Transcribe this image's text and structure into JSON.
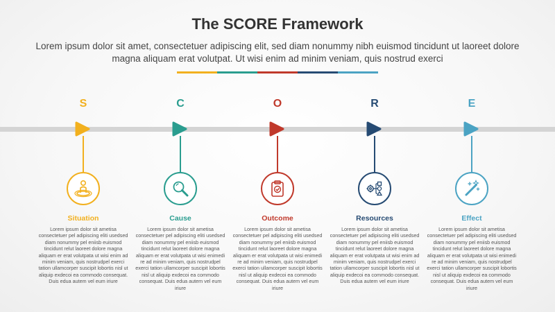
{
  "header": {
    "title": "The SCORE Framework",
    "subtitle": "Lorem ipsum dolor sit amet, consectetuer adipiscing elit, sed diam nonummy nibh euismod tincidunt ut laoreet dolore magna aliquam erat volutpat. Ut wisi enim ad minim veniam, quis nostrud exerci"
  },
  "colors": {
    "situation": "#f2b01e",
    "cause": "#2a9d8f",
    "outcome": "#c0392b",
    "resources": "#264b73",
    "effect": "#4ba3c3",
    "timeline": "#d4d4d4"
  },
  "steps": [
    {
      "letter": "S",
      "label": "Situation",
      "icon": "person-on-platform-icon",
      "color": "#f2b01e",
      "desc": "Lorem ipsum dolor sit ametisa consectetuer pel adipiscing eliti usedsed diam nonummy pel eniisb euismod tincidunt relut laoreet dolore magna aliquam er erat volutpata ut wisi enim ad minim veniam, quis nostrudpel exerci tation ullamcorper suscipit lobortis nisl ut aliquip exdecoi ea commodo consequat. Duis edua autem vel eum iriure"
    },
    {
      "letter": "C",
      "label": "Cause",
      "icon": "magnifier-icon",
      "color": "#2a9d8f",
      "desc": "Lorem ipsum dolor sit ametisa consectetuer pel adipiscing eliti usedsed diam nonummy pel eniisb euismod tincidunt relut laoreet dolore magna aliquam er erat volutpata ut wisi enimedi re ad minim veniam, quis nostrudpel exerci tation ullamcorper suscipit lobortis nisl ut aliquip exdecoi ea commodo consequat. Duis edua autem vel eum iriure"
    },
    {
      "letter": "O",
      "label": "Outcome",
      "icon": "clipboard-check-icon",
      "color": "#c0392b",
      "desc": "Lorem ipsum dolor sit ametisa consectetuer pel adipiscing eliti usedsed diam nonummy pel eniisb euismod tincidunt relut laoreet dolore magna aliquam er erat volutpata ut wisi enimedi re ad minim veniam, quis nostrudpel exerci tation ullamcorper suscipit lobortis nisl ut aliquip exdecoi ea commodo consequat. Duis edua autem vel eum iriure"
    },
    {
      "letter": "R",
      "label": "Resources",
      "icon": "gear-shapes-icon",
      "color": "#264b73",
      "desc": "Lorem ipsum dolor sit ametisa consectetuer pel adipiscing eliti usedsed diam nonummy pel eniisb euismod tincidunt relut laoreet dolore magna aliquam er erat volutpata ut wisi enim ad minim veniam, quis nostrudpel exerci tation ullamcorper suscipit lobortis nisl ut aliquip exdecoi ea commodo consequat. Duis edua autem vel eum iriure"
    },
    {
      "letter": "E",
      "label": "Effect",
      "icon": "magic-wand-icon",
      "color": "#4ba3c3",
      "desc": "Lorem ipsum dolor sit ametisa consectetuer pel adipiscing eliti usedsed diam nonummy pel eniisb euismod tincidunt relut laoreet dolore magna aliquam er erat volutpata ut wisi enimedi re ad minim veniam, quis nostrudpel exerci tation ullamcorper suscipit lobortis nisl ut aliquip exdecoi ea commodo consequat. Duis edua autem vel eum iriure"
    }
  ]
}
